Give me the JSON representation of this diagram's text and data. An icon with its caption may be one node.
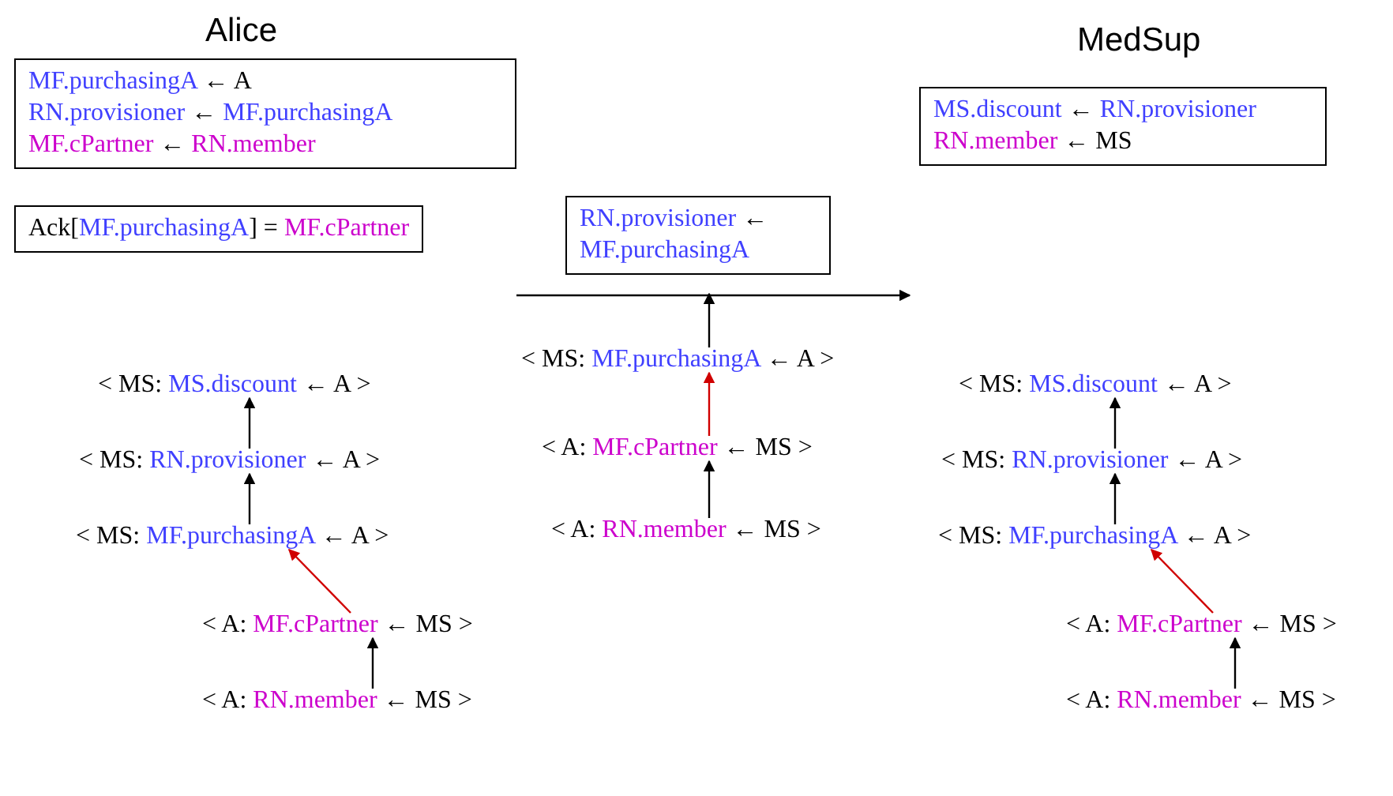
{
  "diagram": {
    "nodes": [
      {
        "text": [
          "MF.purchasingA ← A",
          "RN.provisioner ← MF.purchasingA",
          "MF.cPartner ← RN.member"
        ]
      },
      {
        "text": [
          "Ack[MF.purchasingA] = MF.cPartner"
        ]
      },
      {
        "text": [
          "RN.provisioner ← MF.purchasingA"
        ]
      },
      {
        "text": [
          "MS.discount ← RN.provisioner",
          "RN.member ← MS"
        ]
      },
      {
        "text": [
          "< MS: MS.discount ← A >"
        ]
      },
      {
        "text": [
          "< MS: RN.provisioner ← A >"
        ]
      },
      {
        "text": [
          "< MS: MF.purchasingA ← A >"
        ]
      },
      {
        "text": [
          "< A: MF.cPartner ← MS >"
        ]
      },
      {
        "text": [
          "< A: RN.member ← MS >"
        ]
      },
      {
        "text": [
          "< MS: MF.purchasingA ← A >"
        ]
      },
      {
        "text": [
          "< A: MF.cPartner ← MS >"
        ]
      },
      {
        "text": [
          "< A: RN.member ← MS >"
        ]
      },
      {
        "text": [
          "< MS: MS.discount ← A >"
        ]
      },
      {
        "text": [
          "< MS: RN.provisioner ← A >"
        ]
      },
      {
        "text": [
          "< MS: MF.purchasingA ← A >"
        ]
      },
      {
        "text": [
          "< A: MF.cPartner ← MS >"
        ]
      },
      {
        "text": [
          "< A: RN.member ← MS >"
        ]
      }
    ],
    "edges": [
      {
        "from": 5,
        "to": 4,
        "arrow": "to"
      },
      {
        "from": 6,
        "to": 5,
        "arrow": "to"
      },
      {
        "from": 7,
        "to": 6,
        "arrow": "to",
        "color": "#d00000"
      },
      {
        "from": 8,
        "to": 7,
        "arrow": "to"
      },
      {
        "from": 9,
        "to": 2,
        "arrow": "to"
      },
      {
        "from": 10,
        "to": 9,
        "arrow": "to",
        "color": "#d00000"
      },
      {
        "from": 11,
        "to": 10,
        "arrow": "to"
      },
      {
        "from": 13,
        "to": 12,
        "arrow": "to"
      },
      {
        "from": 14,
        "to": 13,
        "arrow": "to"
      },
      {
        "from": 15,
        "to": 14,
        "arrow": "to",
        "color": "#d00000"
      },
      {
        "from": 16,
        "to": 15,
        "arrow": "to"
      }
    ],
    "labels": [
      "Alice",
      "MedSup"
    ]
  }
}
